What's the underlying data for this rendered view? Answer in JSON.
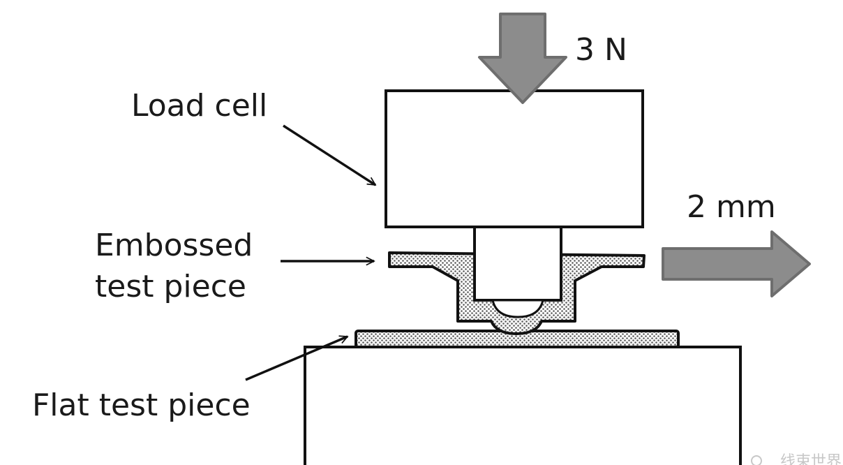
{
  "diagram": {
    "labels": {
      "force": "3 N",
      "displacement": "2 mm",
      "load_cell": "Load cell",
      "embossed_line1": "Embossed",
      "embossed_line2": "test piece",
      "flat_test_piece": "Flat test piece"
    },
    "watermark": "线束世界",
    "colors": {
      "arrow_fill": "#8c8c8c",
      "arrow_stroke": "#6e6e6e",
      "outline": "#111111",
      "hatch": "#b5b5b5"
    }
  }
}
